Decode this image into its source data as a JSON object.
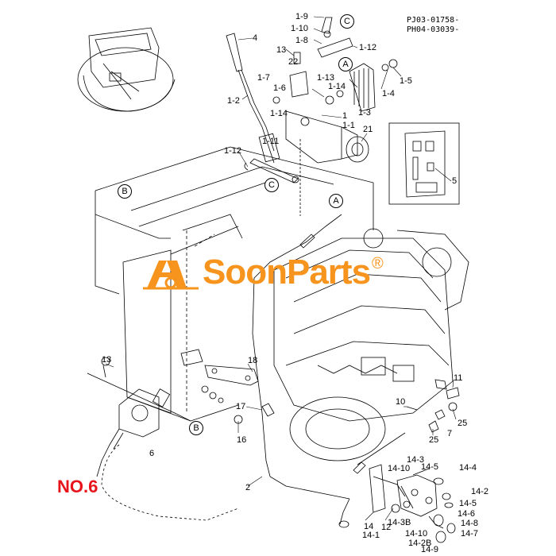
{
  "codes": [
    "PJ03-01758-",
    "PH04-03039-"
  ],
  "brand": {
    "name": "SoonParts",
    "reg": "®",
    "color": "#f7941d"
  },
  "figure_label": "NO.6",
  "label_color": "#e8141b",
  "circle_refs": {
    "A": "A",
    "B": "B",
    "C": "C"
  },
  "refs": {
    "r1_9": "1-9",
    "r1_10": "1-10",
    "r1_8": "1-8",
    "r1_12a": "1-12",
    "r1_5": "1-5",
    "r4": "4",
    "r13a": "13",
    "r22": "22",
    "r1_13": "1-13",
    "r1_14a": "1-14",
    "r1_4": "1-4",
    "r1_7": "1-7",
    "r1_6": "1-6",
    "r1_2": "1-2",
    "r1_3": "1-3",
    "r1": "1",
    "r1_1": "1-1",
    "r1_14b": "1-14",
    "r21": "21",
    "r1_11": "1-11",
    "r1_12b": "1-12",
    "r5": "5",
    "r13b": "13",
    "r18": "18",
    "r6": "6",
    "r17": "17",
    "r16": "16",
    "r10": "10",
    "r11": "11",
    "r25a": "25",
    "r7": "7",
    "r25b": "25",
    "r14_3": "14-3",
    "r14_5a": "14-5",
    "r14_4": "14-4",
    "r14_10a": "14-10",
    "r14_2": "14-2",
    "r14_5b": "14-5",
    "r14_6": "14-6",
    "r14_8": "14-8",
    "r14_7": "14-7",
    "r14_10b": "14-10",
    "r14_3b": "14-3B",
    "r14_2b": "14-2B",
    "r14_9": "14-9",
    "r14": "14",
    "r14_1": "14-1",
    "r12": "12",
    "r2": "2"
  }
}
